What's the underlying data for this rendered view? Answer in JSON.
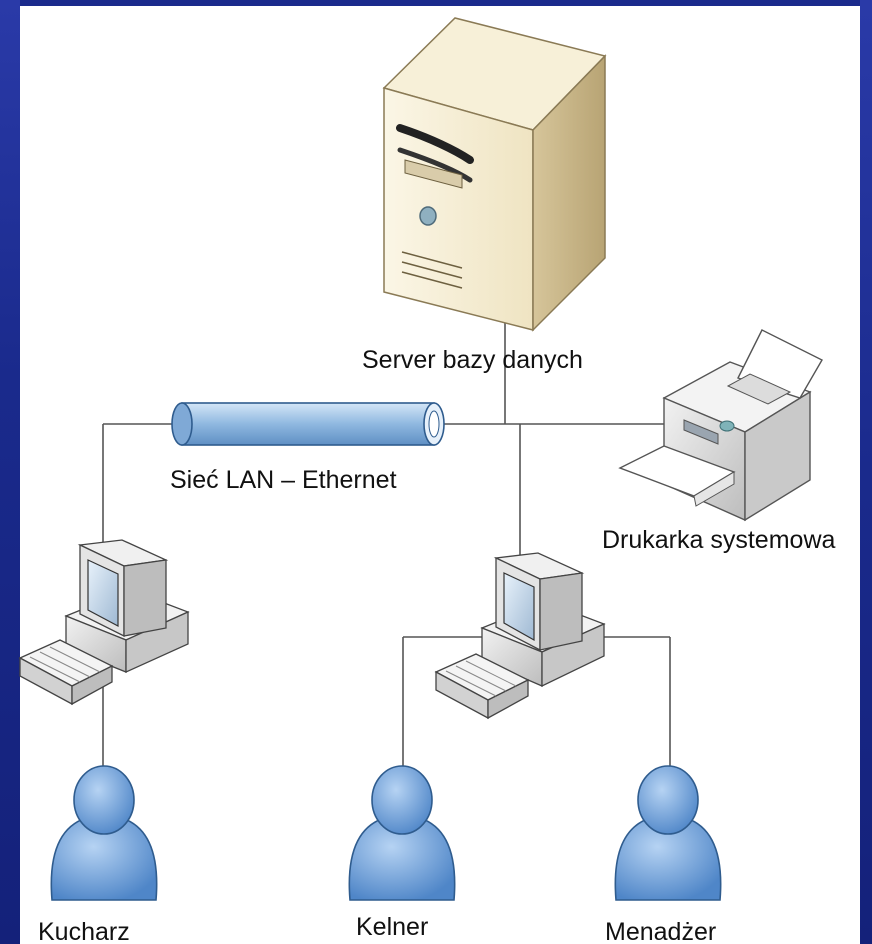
{
  "nodes": {
    "server": {
      "label": "Server bazy danych",
      "icon": "server-tower-icon"
    },
    "network": {
      "label": "Sieć LAN – Ethernet",
      "icon": "network-pipe-icon"
    },
    "printer": {
      "label": "Drukarka systemowa",
      "icon": "printer-icon"
    },
    "workstation_left": {
      "icon": "desktop-computer-icon"
    },
    "workstation_right": {
      "icon": "desktop-computer-icon"
    },
    "users": [
      {
        "label": "Kucharz",
        "icon": "user-icon"
      },
      {
        "label": "Kelner",
        "icon": "user-icon"
      },
      {
        "label": "Menadżer",
        "icon": "user-icon"
      }
    ]
  },
  "colors": {
    "background": "#1a2a8c",
    "panel": "#ffffff",
    "server_body": "#e9ddb6",
    "pipe": "#9cc3e6",
    "user": "#6fa3dd",
    "line": "#555555"
  }
}
